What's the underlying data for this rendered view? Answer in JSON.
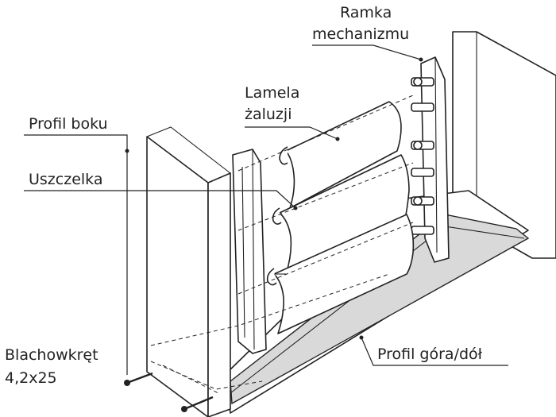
{
  "labels": {
    "ramka_line1": "Ramka",
    "ramka_line2": "mechanizmu",
    "lamela_line1": "Lamela",
    "lamela_line2": "żaluzji",
    "profil_boku": "Profil boku",
    "uszczelka": "Uszczelka",
    "blachowkret_line1": "Blachowkręt",
    "blachowkret_line2": "4,2x25",
    "profil_gora_dol": "Profil góra/dół"
  }
}
